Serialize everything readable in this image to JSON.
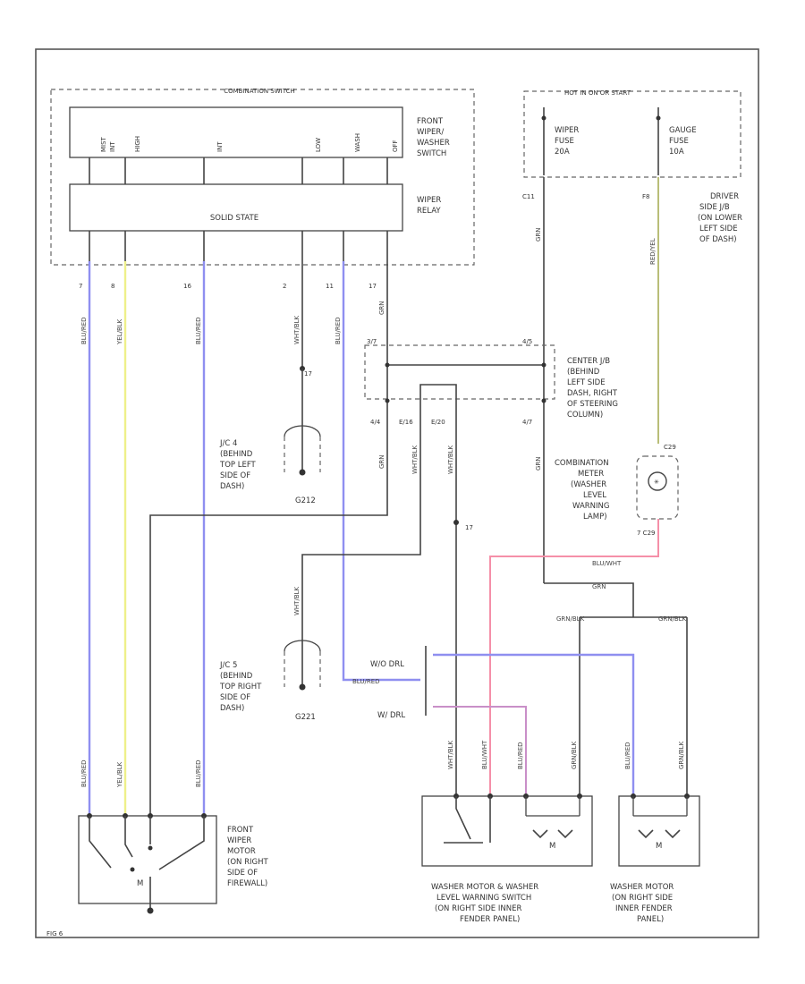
{
  "labels": {
    "combination_switch": "COMBINATION SWITCH",
    "front_wiper_washer_switch": [
      "FRONT",
      "WIPER/",
      "WASHER",
      "SWITCH"
    ],
    "wiper_relay": [
      "WIPER",
      "RELAY"
    ],
    "solid_state": "SOLID STATE",
    "hot_in_on_or_start": "HOT IN ON OR START",
    "wiper_fuse": [
      "WIPER",
      "FUSE",
      "20A"
    ],
    "gauge_fuse": [
      "GAUGE",
      "FUSE",
      "10A"
    ],
    "driver_side_jb": [
      "DRIVER",
      "SIDE J/B",
      "(ON LOWER",
      "LEFT SIDE",
      "OF DASH)"
    ],
    "center_jb": [
      "CENTER J/B",
      "(BEHIND",
      "LEFT SIDE",
      "DASH, RIGHT",
      "OF STEERING",
      "COLUMN)"
    ],
    "jc4": [
      "J/C 4",
      "(BEHIND",
      "TOP LEFT",
      "SIDE OF",
      "DASH)"
    ],
    "jc5": [
      "J/C 5",
      "(BEHIND",
      "TOP RIGHT",
      "SIDE OF",
      "DASH)"
    ],
    "g212": "G212",
    "g221": "G221",
    "combination_meter": [
      "COMBINATION",
      "METER",
      "(WASHER",
      "LEVEL",
      "WARNING",
      "LAMP)"
    ],
    "front_wiper_motor": [
      "FRONT",
      "WIPER",
      "MOTOR",
      "(ON RIGHT",
      "SIDE OF",
      "FIREWALL)"
    ],
    "washer_motor_switch": [
      "WASHER MOTOR & WASHER",
      "LEVEL WARNING SWITCH",
      "(ON RIGHT SIDE INNER",
      "FENDER PANEL)"
    ],
    "washer_motor_rear": [
      "WASHER MOTOR",
      "(ON RIGHT SIDE",
      "INNER FENDER",
      "PANEL)"
    ],
    "switch_positions": [
      "MIST",
      "INT",
      "HIGH",
      "INT",
      "LOW",
      "WASH",
      "OFF"
    ],
    "connector_c11": "C11",
    "connector_f8": "F8",
    "connector_c29": "C29",
    "connector_7_c29": "7  C29",
    "wo_drl": "W/O DRL",
    "w_drl": "W/ DRL",
    "wire_blu_red": "BLU/RED",
    "wire_yel_blk": "YEL/BLK",
    "wire_wht_blk": "WHT/BLK",
    "wire_grn": "GRN",
    "wire_red_yel": "RED/YEL",
    "wire_blu_wht": "BLU/WHT",
    "wire_grn_blk": "GRN/BLK",
    "motor_m": "M",
    "footer": "FIG 6"
  }
}
